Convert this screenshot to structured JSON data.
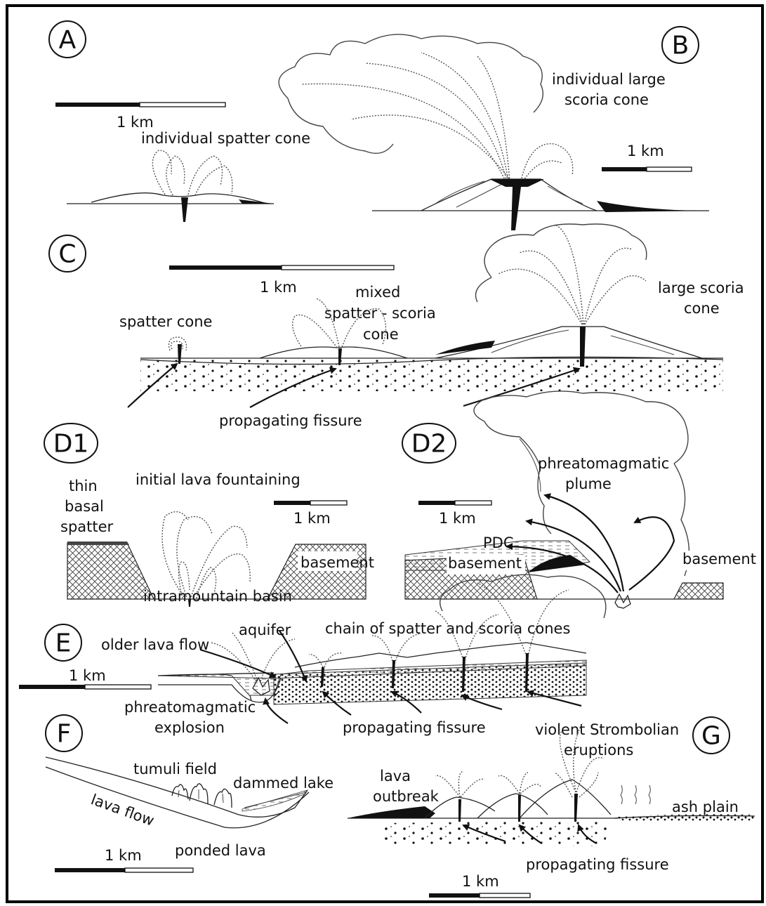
{
  "panels": {
    "A": {
      "letter": "A",
      "scale": "1 km",
      "labels": {
        "cone": "individual spatter cone"
      }
    },
    "B": {
      "letter": "B",
      "scale": "1 km",
      "labels": {
        "cone_line1": "individual large",
        "cone_line2": "scoria cone"
      }
    },
    "C": {
      "letter": "C",
      "scale": "1 km",
      "labels": {
        "spatter": "spatter cone",
        "mixed_line1": "mixed",
        "mixed_line2": "spatter - scoria",
        "mixed_line3": "cone",
        "large_line1": "large scoria",
        "large_line2": "cone",
        "fissure": "propagating fissure"
      }
    },
    "D1": {
      "letter": "D1",
      "scale": "1 km",
      "labels": {
        "thin1": "thin",
        "thin2": "basal",
        "thin3": "spatter",
        "fountaining": "initial lava fountaining",
        "basement": "basement",
        "basin": "intramountain basin"
      }
    },
    "D2": {
      "letter": "D2",
      "scale": "1 km",
      "labels": {
        "plume1": "phreatomagmatic",
        "plume2": "plume",
        "pdc": "PDC",
        "basement_left": "basement",
        "basement_right": "basement"
      }
    },
    "E": {
      "letter": "E",
      "scale": "1 km",
      "labels": {
        "older": "older lava flow",
        "aquifer": "aquifer",
        "chain": "chain of spatter and scoria cones",
        "explosion1": "phreatomagmatic",
        "explosion2": "explosion",
        "fissure": "propagating fissure"
      }
    },
    "F": {
      "letter": "F",
      "scale": "1 km",
      "labels": {
        "tumuli": "tumuli field",
        "lavaflow": "lava flow",
        "lake": "dammed lake",
        "ponded": "ponded lava"
      }
    },
    "G": {
      "letter": "G",
      "scale": "1 km",
      "labels": {
        "violent1": "violent Strombolian",
        "violent2": "eruptions",
        "outbreak1": "lava",
        "outbreak2": "outbreak",
        "ash": "ash plain",
        "fissure": "propagating fissure"
      }
    }
  },
  "colors": {
    "ink": "#111111",
    "paper": "#ffffff",
    "frame": "#000000"
  }
}
